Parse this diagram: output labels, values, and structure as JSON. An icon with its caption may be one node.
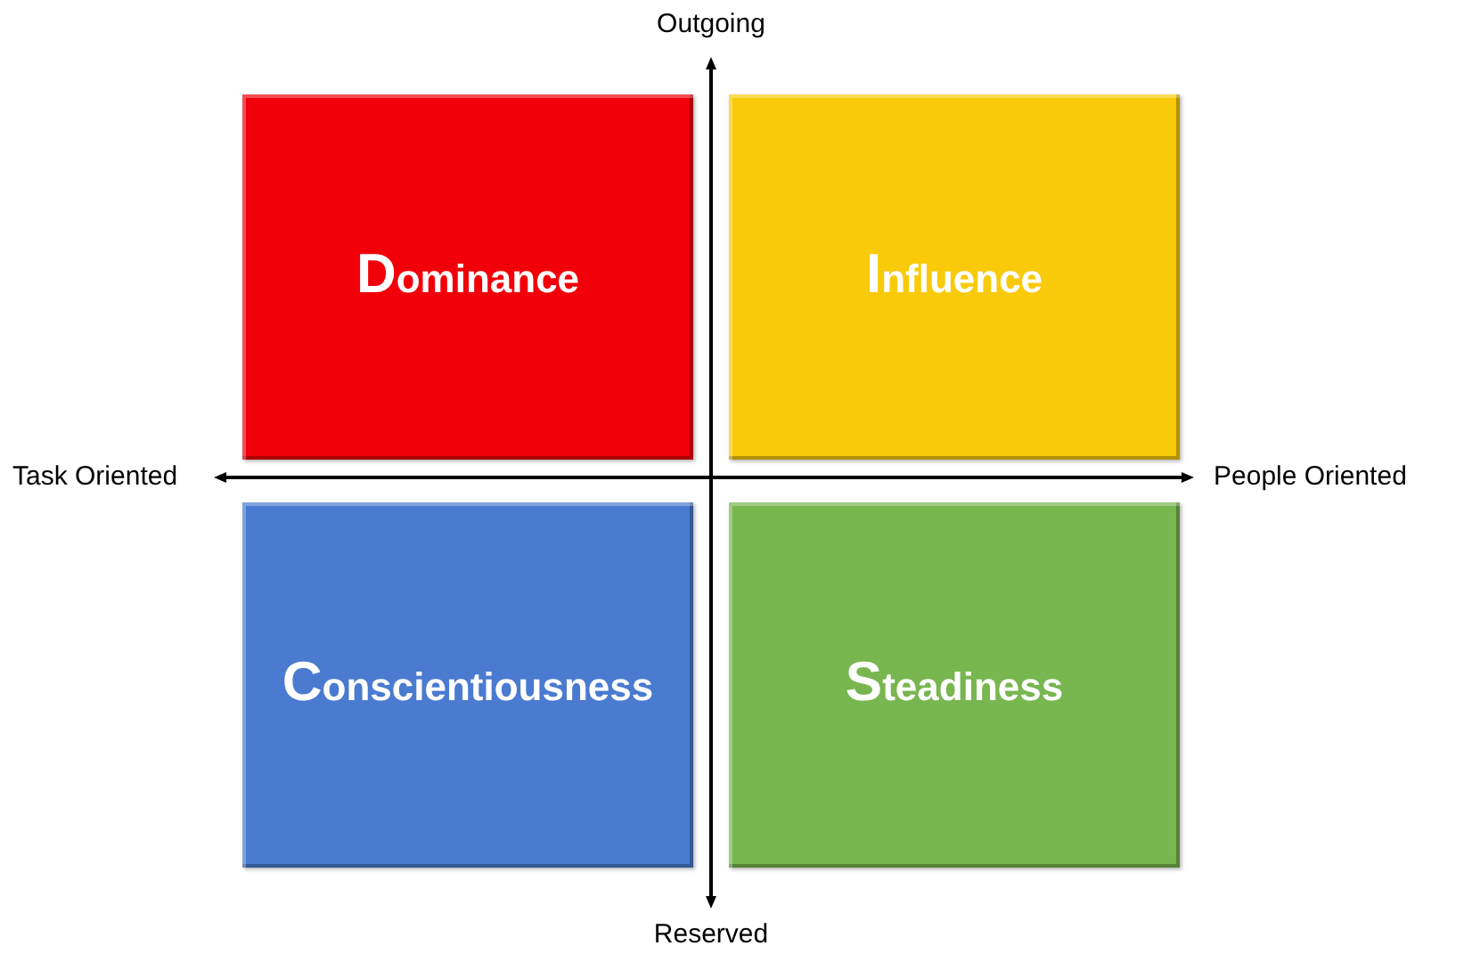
{
  "diagram": {
    "nodes": [
      {
        "text": [
          "Dominance"
        ]
      },
      {
        "text": [
          "Influence"
        ]
      },
      {
        "text": [
          "Conscientiousness"
        ]
      },
      {
        "text": [
          "Steadiness"
        ]
      }
    ],
    "labels": [
      "Outgoing",
      "Task Oriented",
      "People Oriented",
      "Reserved"
    ]
  }
}
